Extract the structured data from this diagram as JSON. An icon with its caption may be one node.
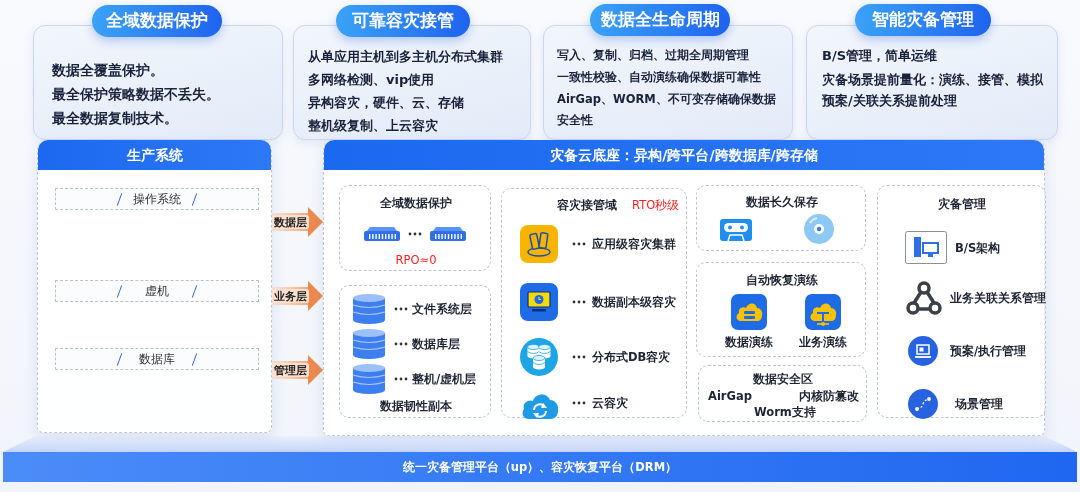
{
  "diagram": {
    "nodes": [
      {
        "text": [
          "全域数据保护",
          "数据全覆盖保护。",
          "最全保护策略数据不丢失。",
          "最全数据复制技术。"
        ]
      },
      {
        "text": [
          "可靠容灾接管",
          "从单应用主机到多主机分布式集群",
          "多网络检测、vip使用",
          "异构容灾，硬件、云、存储",
          "整机级复制、上云容灾"
        ]
      },
      {
        "text": [
          "数据全生命周期",
          "写入、复制、归档、过期全周期管理",
          "一致性校验、自动演练确保数据可靠性",
          "AirGap、WORM、不可变存储确保数据安全性"
        ]
      },
      {
        "text": [
          "智能灾备管理",
          "B/S管理，简单运维",
          "灾备场景提前量化：演练、接管、模拟预案/关联关系提前处理"
        ]
      },
      {
        "text": [
          "生产系统"
        ]
      },
      {
        "text": [
          "操作系统"
        ],
        "in": 4
      },
      {
        "text": [
          "虚机"
        ],
        "in": 4
      },
      {
        "text": [
          "数据库"
        ],
        "in": 4
      },
      {
        "text": [
          "灾备云底座：异构/跨平台/跨数据库/跨存储"
        ]
      },
      {
        "text": [
          "全域数据保护",
          "RPO≈0"
        ],
        "in": 8
      },
      {
        "text": [
          "文件系统层",
          "数据库层",
          "整机/虚机层",
          "数据韧性副本"
        ],
        "in": 8
      },
      {
        "text": [
          "容灾接管域",
          "RTO秒级",
          "应用级容灾集群",
          "数据副本级容灾",
          "分布式DB容灾",
          "云容灾"
        ],
        "in": 8
      },
      {
        "text": [
          "数据长久保存"
        ],
        "in": 8
      },
      {
        "text": [
          "自动恢复演练",
          "数据演练",
          "业务演练"
        ],
        "in": 8
      },
      {
        "text": [
          "数据安全区",
          "AirGap",
          "内核防篡改",
          "Worm支持"
        ],
        "in": 8
      },
      {
        "text": [
          "灾备管理",
          "B/S架构",
          "业务关联关系管理",
          "预案/执行管理",
          "场景管理"
        ],
        "in": 8
      },
      {
        "text": [
          "统一灾备管理平台（up）、容灾恢复平台（DRM）"
        ]
      }
    ],
    "edges": [
      {
        "from": 4,
        "to": 8,
        "arrow": "to",
        "label": "数据层"
      },
      {
        "from": 4,
        "to": 8,
        "arrow": "to",
        "label": "业务层"
      },
      {
        "from": 4,
        "to": 8,
        "arrow": "to",
        "label": "管理层"
      }
    ]
  }
}
